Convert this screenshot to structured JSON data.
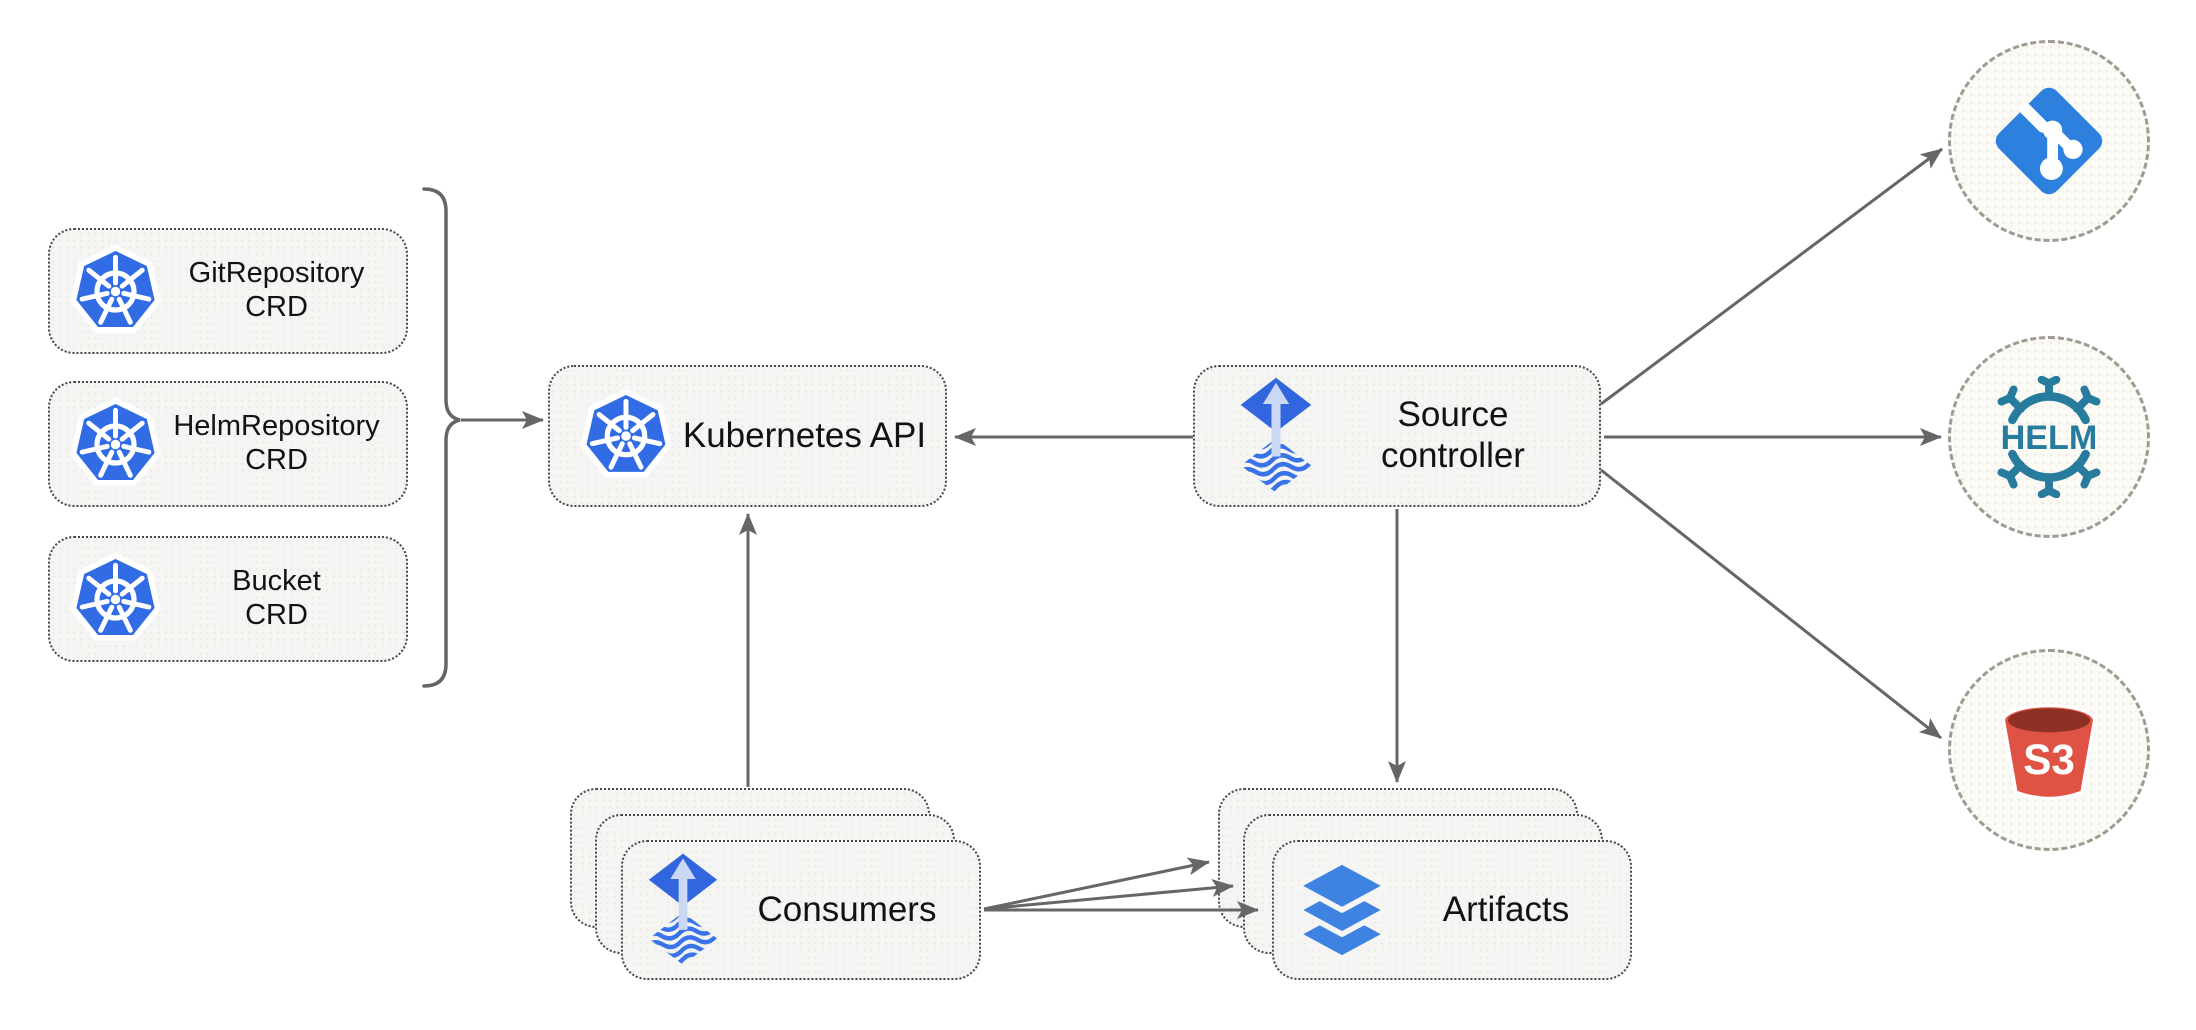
{
  "diagram": {
    "nodes": {
      "gitrepository_crd": {
        "label": "GitRepository\nCRD",
        "icon": "kubernetes-icon"
      },
      "helmrepository_crd": {
        "label": "HelmRepository\nCRD",
        "icon": "kubernetes-icon"
      },
      "bucket_crd": {
        "label": "Bucket\nCRD",
        "icon": "kubernetes-icon"
      },
      "kubernetes_api": {
        "label": "Kubernetes API",
        "icon": "kubernetes-icon"
      },
      "source_controller": {
        "label": "Source\ncontroller",
        "icon": "flux-icon"
      },
      "consumers": {
        "label": "Consumers",
        "icon": "flux-icon",
        "stacked": 3
      },
      "artifacts": {
        "label": "Artifacts",
        "icon": "layers-icon",
        "stacked": 3
      },
      "git_remote": {
        "icon": "git-icon"
      },
      "helm_remote": {
        "icon": "helm-icon",
        "label": "HELM"
      },
      "s3_remote": {
        "icon": "s3-bucket-icon",
        "label": "S3"
      }
    },
    "edges": [
      {
        "from": "crd-group-bracket",
        "to": "kubernetes_api"
      },
      {
        "from": "source_controller",
        "to": "kubernetes_api"
      },
      {
        "from": "consumers",
        "to": "kubernetes_api"
      },
      {
        "from": "source_controller",
        "to": "artifacts"
      },
      {
        "from": "source_controller",
        "to": "git_remote"
      },
      {
        "from": "source_controller",
        "to": "helm_remote"
      },
      {
        "from": "source_controller",
        "to": "s3_remote"
      },
      {
        "from": "consumers",
        "to": "artifacts"
      },
      {
        "from": "consumers",
        "to": "artifacts"
      },
      {
        "from": "consumers",
        "to": "artifacts"
      }
    ],
    "colors": {
      "kubernetes_blue": "#326CE5",
      "flux_blue": "#3166DE",
      "git_blue": "#2E80DF",
      "helm_teal": "#277C9E",
      "s3_red": "#E05243",
      "s3_dark_red": "#8C3123",
      "layers_blue": "#3E82E2",
      "arrow_gray": "#666666",
      "node_fill": "#F5F5F3"
    }
  }
}
